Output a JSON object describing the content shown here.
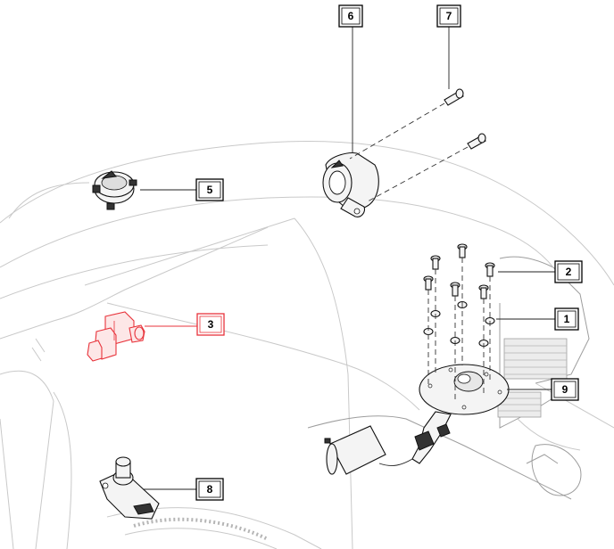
{
  "callouts": [
    {
      "id": "c1",
      "label": "1",
      "highlighted": false
    },
    {
      "id": "c2",
      "label": "2",
      "highlighted": false
    },
    {
      "id": "c3",
      "label": "3",
      "highlighted": true
    },
    {
      "id": "c5",
      "label": "5",
      "highlighted": false
    },
    {
      "id": "c6",
      "label": "6",
      "highlighted": false
    },
    {
      "id": "c7",
      "label": "7",
      "highlighted": false
    },
    {
      "id": "c8",
      "label": "8",
      "highlighted": false
    },
    {
      "id": "c9",
      "label": "9",
      "highlighted": false
    }
  ],
  "colors": {
    "highlight": "#e8333b",
    "line": "#111111",
    "background_lines": "#c9c9c9"
  }
}
